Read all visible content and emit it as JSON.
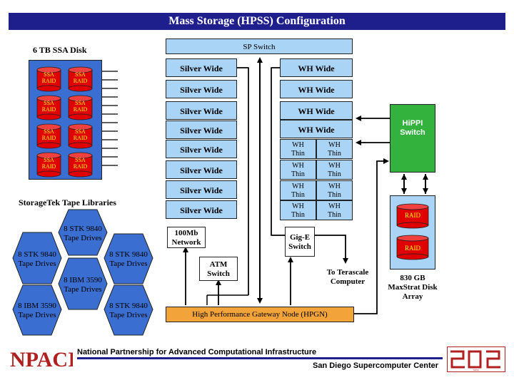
{
  "title": "Mass Storage (HPSS) Configuration",
  "disk": {
    "title": "6 TB SSA Disk",
    "cylinders": [
      [
        "SSA",
        "RAID"
      ],
      [
        "SSA",
        "RAID"
      ],
      [
        "SSA",
        "RAID"
      ],
      [
        "SSA",
        "RAID"
      ],
      [
        "SSA",
        "RAID"
      ],
      [
        "SSA",
        "RAID"
      ],
      [
        "SSA",
        "RAID"
      ],
      [
        "SSA",
        "RAID"
      ]
    ]
  },
  "tape": {
    "title": "StorageTek Tape Libraries",
    "cells": [
      [
        "8 STK 9840",
        "Tape Drives"
      ],
      [
        "8 STK 9840",
        "Tape Drives"
      ],
      [
        "8 STK 9840",
        "Tape Drives"
      ],
      [
        "8 IBM 3590",
        "Tape Drives"
      ],
      [
        "8 IBM 3590",
        "Tape Drives"
      ],
      [
        "8 STK 9840",
        "Tape Drives"
      ]
    ]
  },
  "sp_switch": "SP Switch",
  "silver_wide": [
    "Silver Wide",
    "Silver Wide",
    "Silver Wide",
    "Silver Wide",
    "Silver Wide",
    "Silver Wide",
    "Silver Wide",
    "Silver Wide"
  ],
  "wh_wide": [
    "WH Wide",
    "WH Wide",
    "WH Wide",
    "WH Wide"
  ],
  "wh_thin": [
    [
      "WH",
      "Thin"
    ],
    [
      "WH",
      "Thin"
    ],
    [
      "WH",
      "Thin"
    ],
    [
      "WH",
      "Thin"
    ],
    [
      "WH",
      "Thin"
    ],
    [
      "WH",
      "Thin"
    ],
    [
      "WH",
      "Thin"
    ],
    [
      "WH",
      "Thin"
    ]
  ],
  "network_100mb": [
    "100Mb",
    "Network"
  ],
  "atm_switch": [
    "ATM",
    "Switch"
  ],
  "gige_switch": [
    "Gig-E",
    "Switch"
  ],
  "terascale": [
    "To Terascale",
    "Computer"
  ],
  "hpgn": "High Performance Gateway Node (HPGN)",
  "hippi": [
    "HiPPI",
    "Switch"
  ],
  "raid_array": {
    "cylinders": [
      "RAID",
      "RAID"
    ],
    "label": [
      "830 GB",
      "MaxStrat Disk",
      "Array"
    ]
  },
  "footer": {
    "org": "National Partnership for Advanced Computational Infrastructure",
    "center": "San Diego Supercomputer Center",
    "npaci_logo": "NPACI",
    "sdsc_logo": "SDSC"
  },
  "colors": {
    "title_bar": "#1e1e8c",
    "node_blue": "#a9d4f5",
    "disk_panel": "#3a6fd1",
    "cylinder": "#e00000",
    "hippi": "#33b33e",
    "hpgn": "#f2a33a",
    "footer_line": "#1e1e8c",
    "logo_red": "#b02020"
  }
}
